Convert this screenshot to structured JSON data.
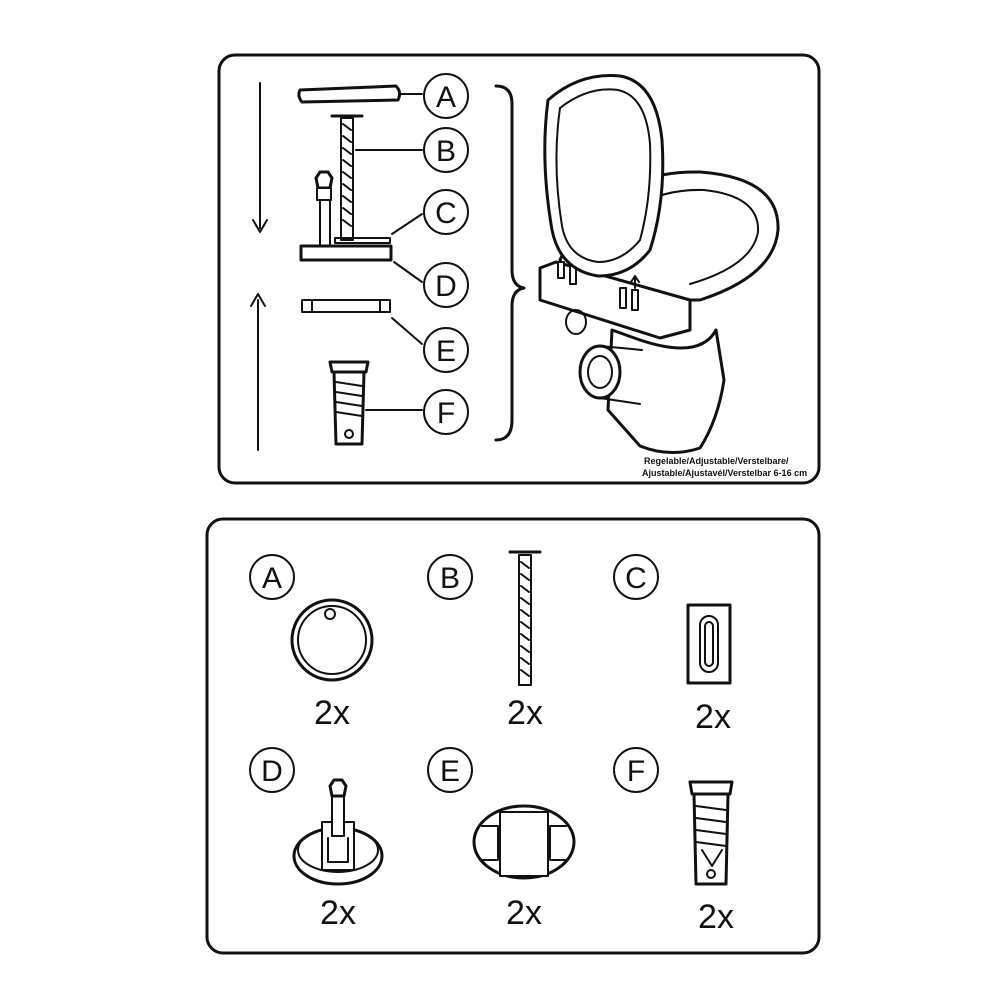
{
  "assembly_panel": {
    "labels": [
      "A",
      "B",
      "C",
      "D",
      "E",
      "F"
    ],
    "adjustable_note_line1": "Regelable/Adjustable/Verstelbare/",
    "adjustable_note_line2": "Ajustable/Ajustavél/Verstelbar 6-16 cm"
  },
  "parts_panel": {
    "parts": [
      {
        "label": "A",
        "qty": "2x"
      },
      {
        "label": "B",
        "qty": "2x"
      },
      {
        "label": "C",
        "qty": "2x"
      },
      {
        "label": "D",
        "qty": "2x"
      },
      {
        "label": "E",
        "qty": "2x"
      },
      {
        "label": "F",
        "qty": "2x"
      }
    ]
  }
}
